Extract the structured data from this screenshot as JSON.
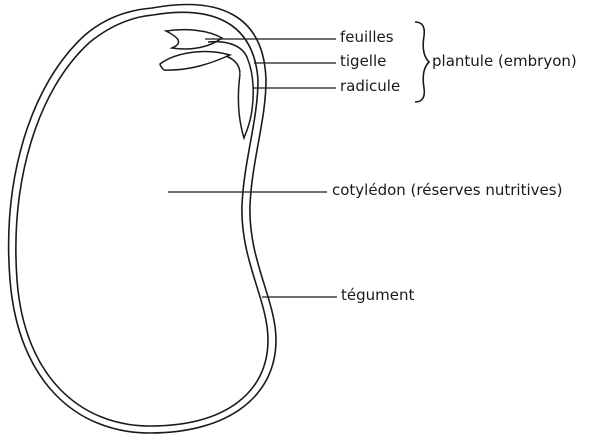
{
  "labels": {
    "feuilles": "feuilles",
    "tigelle": "tigelle",
    "radicule": "radicule",
    "plantule": "plantule (embryon)",
    "cotyledon": "cotylédon (réserves nutritives)",
    "tegument": "tégument"
  },
  "colors": {
    "stroke": "#1a1a1a",
    "background": "#ffffff"
  }
}
